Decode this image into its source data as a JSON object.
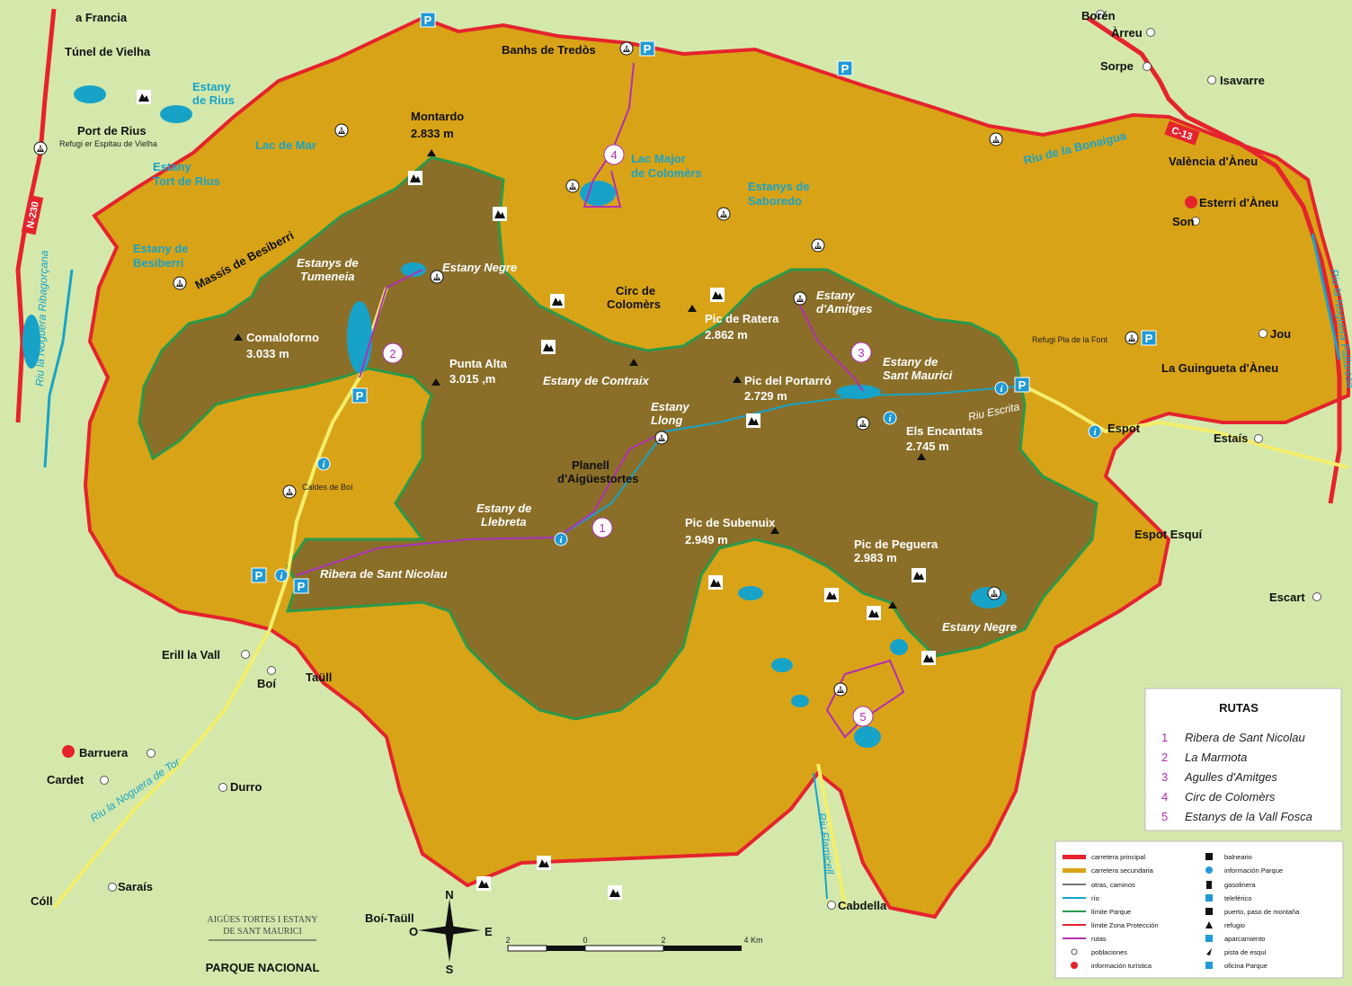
{
  "colors": {
    "background": "#d4e8ab",
    "protection_zone": "#d9a317",
    "park": "#8b6f28",
    "park_border": "#2a9a4a",
    "protection_border": "#e5232d",
    "river": "#17a3c8",
    "route": "#b12fb3",
    "secondary_road": "#f4ee6b"
  },
  "towns": {
    "boren": "Borén",
    "arreu": "Àrreu",
    "sorpe": "Sorpe",
    "isavarre": "Isavarre",
    "valencia_daneu": "València d'Àneu",
    "esterri_daneu": "Esterri d'Àneu",
    "son": "Son",
    "jou": "Jou",
    "la_guingueta_daneu": "La Guingueta d'Àneu",
    "espot": "Espot",
    "estais": "Estaís",
    "espot_esqui": "Espot Esquí",
    "escart": "Escart",
    "erill_la_vall": "Erill la Vall",
    "boi": "Boí",
    "taull": "Taüll",
    "barruera": "Barruera",
    "cardet": "Cardet",
    "durro": "Durro",
    "sarais": "Saraís",
    "coll": "Cóll",
    "boi_taull": "Boí-Taüll",
    "cabdella": "Cabdella",
    "a_francia": "a Francia",
    "tunel_de_vielha": "Túnel de Vielha",
    "port_de_rius": "Port de Rius",
    "refugi_espitau": "Refugi er Espitau de Vielha",
    "banhs_de_tredos": "Banhs de Tredòs",
    "refugi_pla_de_la_font": "Refugi Pla de la Font",
    "caldes_de_boi": "Caldes de Boí"
  },
  "roads": {
    "n230": "N-230",
    "c13": "C-13"
  },
  "peaks": {
    "montardo_name": "Montardo",
    "montardo_alt": "2.833 m",
    "comaloforno_name": "Comaloforno",
    "comaloforno_alt": "3.033 m",
    "punta_alta_name": "Punta Alta",
    "punta_alta_alt": "3.015 ,m",
    "pic_ratera_name": "Pic de Ratera",
    "pic_ratera_alt": "2.862 m",
    "pic_portarro_name": "Pic del Portarró",
    "pic_portarro_alt": "2.729 m",
    "els_encantats_name": "Els Encantats",
    "els_encantats_alt": "2.745 m",
    "pic_subenuix_name": "Pic de Subenuix",
    "pic_subenuix_alt": "2.949 m",
    "pic_peguera_name": "Pic de Peguera",
    "pic_peguera_alt": "2.983 m",
    "circ_colomers_1": "Circ de",
    "circ_colomers_2": "Colomèrs",
    "planell_1": "Planell",
    "planell_2": "d'Aigüestortes",
    "massis_besiberri": "Massís de Besiberri"
  },
  "water": {
    "estany_rius_1": "Estany",
    "estany_rius_2": "de Rius",
    "lac_de_mar": "Lac de Mar",
    "estany_tort_1": "Estany",
    "estany_tort_2": "Tort de Rius",
    "estany_besiberri_1": "Estany de",
    "estany_besiberri_2": "Besiberri",
    "lac_major_1": "Lac Major",
    "lac_major_2": "de Colomèrs",
    "estanys_saboredo_1": "Estanys de",
    "estanys_saboredo_2": "Saboredo",
    "riu_bonaigua": "Riu de la Bonaigua",
    "riu_noguera_pallaresa": "Riu la Noguera Pallaresa",
    "riu_noguera_ribagorcana": "Riu la Noguera Ribagorçana",
    "riu_noguera_tor": "Riu la Noguera de Tor",
    "riu_escrita": "Riu Escrita",
    "riu_flamicell": "Riu Flamicell",
    "estanys_tumeneia_1": "Estanys de",
    "estanys_tumeneia_2": "Tumeneia",
    "estany_negre_n": "Estany Negre",
    "estany_amitges_1": "Estany",
    "estany_amitges_2": "d'Amitges",
    "estany_sant_maurici_1": "Estany de",
    "estany_sant_maurici_2": "Sant Maurici",
    "estany_contraix": "Estany de Contraix",
    "estany_llong_1": "Estany",
    "estany_llong_2": "Llong",
    "estany_llebreta_1": "Estany de",
    "estany_llebreta_2": "Llebreta",
    "ribera_sant_nicolau": "Ribera de Sant Nicolau",
    "estany_negre_s": "Estany Negre"
  },
  "route_markers": [
    "1",
    "2",
    "3",
    "4",
    "5"
  ],
  "routes_box": {
    "title": "RUTAS",
    "items": [
      {
        "num": "1",
        "name": "Ribera de Sant Nicolau"
      },
      {
        "num": "2",
        "name": "La Marmota"
      },
      {
        "num": "3",
        "name": "Agulles d'Amitges"
      },
      {
        "num": "4",
        "name": "Circ de Colomèrs"
      },
      {
        "num": "5",
        "name": "Estanys de la Vall Fosca"
      }
    ]
  },
  "legend": {
    "left": [
      {
        "label": "carretera principal",
        "symbol": "road-main"
      },
      {
        "label": "carretera secundaria",
        "symbol": "road-secondary"
      },
      {
        "label": "otras, caminos",
        "symbol": "path"
      },
      {
        "label": "río",
        "symbol": "river"
      },
      {
        "label": "límite Parque",
        "symbol": "park-limit"
      },
      {
        "label": "límite Zona Protección",
        "symbol": "protection-limit"
      },
      {
        "label": "rutas",
        "symbol": "route"
      },
      {
        "label": "poblaciones",
        "symbol": "town"
      },
      {
        "label": "información turística",
        "symbol": "tourist-info"
      }
    ],
    "right": [
      {
        "label": "balneario",
        "symbol": "spa-icon"
      },
      {
        "label": "información Parque",
        "symbol": "park-info-icon"
      },
      {
        "label": "gasolinera",
        "symbol": "fuel-icon"
      },
      {
        "label": "teleférico",
        "symbol": "cable-car-icon"
      },
      {
        "label": "puerto, paso de montaña",
        "symbol": "mountain-pass-icon"
      },
      {
        "label": "refugio",
        "symbol": "refuge-icon"
      },
      {
        "label": "aparcamiento",
        "symbol": "parking-icon"
      },
      {
        "label": "pista de esquí",
        "symbol": "ski-icon"
      },
      {
        "label": "oficina Parque",
        "symbol": "park-office-icon"
      }
    ]
  },
  "scale": {
    "ticks": [
      "2",
      "0",
      "2",
      "4 Km"
    ]
  },
  "compass": {
    "n": "N",
    "s": "S",
    "e": "E",
    "o": "O"
  },
  "park_title": {
    "line1": "AIGÜES TORTES I ESTANY",
    "line2": "DE SANT MAURICI",
    "line3": "PARQUE NACIONAL"
  },
  "icons": {
    "parking": "P",
    "info": "i"
  }
}
